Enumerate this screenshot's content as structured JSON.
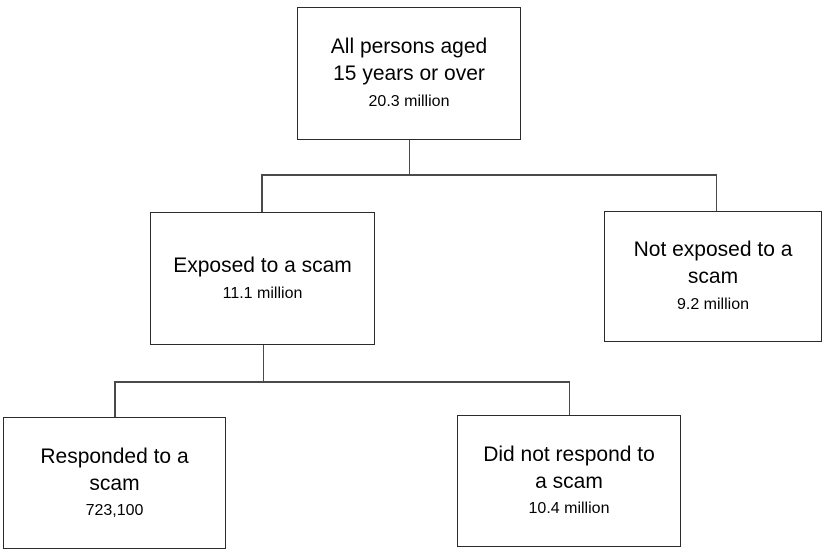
{
  "diagram": {
    "type": "flowchart",
    "title": "",
    "nodes": [
      {
        "id": "all-persons",
        "label": "All persons aged\n15 years or over",
        "value": "20.3 million",
        "level": 0
      },
      {
        "id": "exposed",
        "label": "Exposed to a scam",
        "value": "11.1 million",
        "level": 1
      },
      {
        "id": "not-exposed",
        "label": "Not exposed to a\nscam",
        "value": "9.2 million",
        "level": 1
      },
      {
        "id": "responded",
        "label": "Responded to a\nscam",
        "value": "723,100",
        "level": 2
      },
      {
        "id": "did-not-respond",
        "label": "Did not respond to\na scam",
        "value": "10.4 million",
        "level": 2
      }
    ],
    "edges": [
      {
        "from": "all-persons",
        "to": "exposed"
      },
      {
        "from": "all-persons",
        "to": "not-exposed"
      },
      {
        "from": "exposed",
        "to": "responded"
      },
      {
        "from": "exposed",
        "to": "did-not-respond"
      }
    ],
    "colors": {
      "border": "#2b2b2b",
      "connector": "#4a4a4a",
      "background": "#ffffff",
      "text": "#000000"
    }
  }
}
